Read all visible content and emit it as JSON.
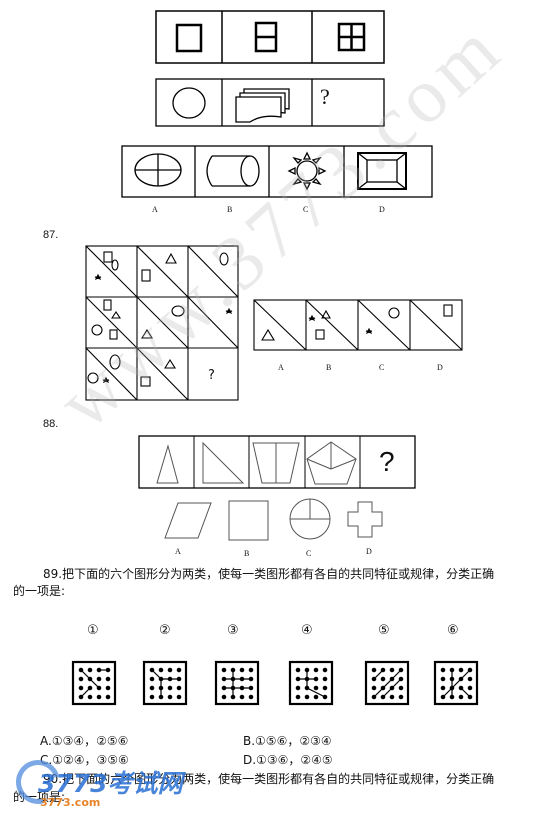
{
  "q86": {
    "option_labels": [
      "A",
      "B",
      "C",
      "D"
    ],
    "question_mark": "?"
  },
  "q87": {
    "number": "87.",
    "option_labels": [
      "A",
      "B",
      "C",
      "D"
    ],
    "question_mark": "?"
  },
  "q88": {
    "number": "88.",
    "option_labels": [
      "A",
      "B",
      "C",
      "D"
    ],
    "question_mark": "?"
  },
  "q89": {
    "prompt_line1": "89.把下面的六个图形分为两类，使每一类图形都有各自的共同特征或规律，分类正确",
    "prompt_line2": "的一项是:",
    "figure_labels": [
      "①",
      "②",
      "③",
      "④",
      "⑤",
      "⑥"
    ],
    "answers": [
      "A.①③④，②⑤⑥",
      "B.①⑤⑥，②③④",
      "C.①②④，③⑤⑥",
      "D.①③⑥，②④⑤"
    ]
  },
  "q90": {
    "prompt_line1": "90.把下面的六个图形分为两类，使每一类图形都有各自的共同特征或规律，分类正确",
    "prompt_line2": "的一项是:"
  },
  "watermark": {
    "site": "www.3773.com",
    "logo": "3773考试网",
    "logo_domain": "3773.com"
  }
}
